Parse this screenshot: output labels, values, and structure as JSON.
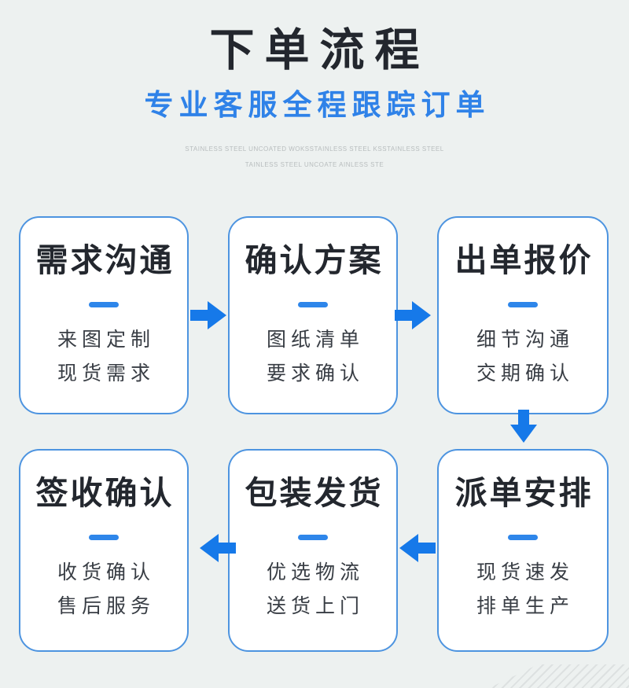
{
  "header": {
    "title": "下单流程",
    "subtitle": "专业客服全程跟踪订单",
    "watermark_lines": [
      "STAINLESS STEEL UNCOATED WOKSSTAINLESS STEEL KSSTAINLESS STEEL",
      "TAINLESS STEEL UNCOATE AINLESS STE"
    ]
  },
  "flow": {
    "steps": [
      {
        "title": "需求沟通",
        "details": [
          "来图定制",
          "现货需求"
        ]
      },
      {
        "title": "确认方案",
        "details": [
          "图纸清单",
          "要求确认"
        ]
      },
      {
        "title": "出单报价",
        "details": [
          "细节沟通",
          "交期确认"
        ]
      },
      {
        "title": "派单安排",
        "details": [
          "现货速发",
          "排单生产"
        ]
      },
      {
        "title": "包装发货",
        "details": [
          "优选物流",
          "送货上门"
        ]
      },
      {
        "title": "签收确认",
        "details": [
          "收货确认",
          "售后服务"
        ]
      }
    ],
    "arrows": [
      {
        "name": "demand-to-plan",
        "direction": "right"
      },
      {
        "name": "plan-to-quote",
        "direction": "right"
      },
      {
        "name": "quote-to-dispatch",
        "direction": "down"
      },
      {
        "name": "dispatch-to-packing",
        "direction": "left"
      },
      {
        "name": "packing-to-sign",
        "direction": "left"
      }
    ]
  },
  "colors": {
    "background": "#edf1f0",
    "card_background": "#ffffff",
    "card_border": "#4d94e0",
    "arrow_blue": "#1679e9",
    "dash_blue": "#2e86ea",
    "subtitle_blue": "#2f82e8",
    "title_dark": "#23272e",
    "subtext_gray": "#383d44",
    "watermark_gray": "#b8bdbe",
    "stripe_gray": "#dde1e1"
  }
}
